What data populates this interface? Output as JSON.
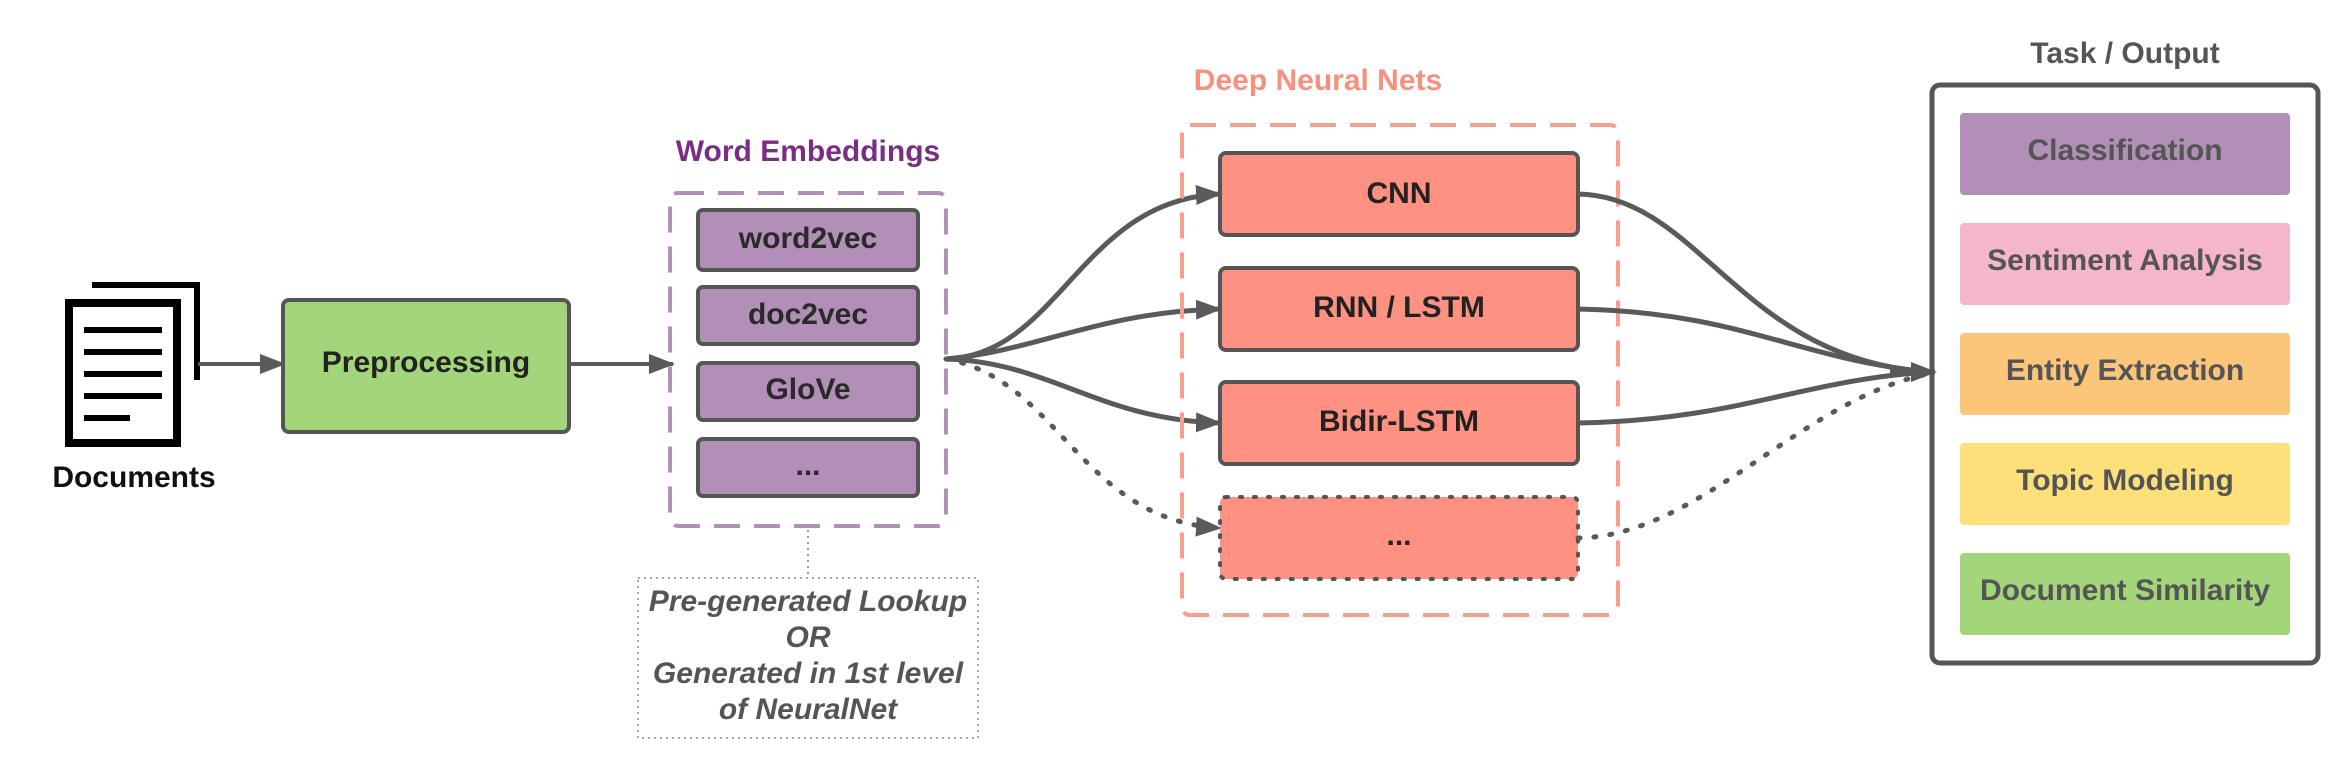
{
  "documents": {
    "label": "Documents"
  },
  "preprocessing": {
    "label": "Preprocessing"
  },
  "embeddings": {
    "title": "Word Embeddings",
    "items": [
      "word2vec",
      "doc2vec",
      "GloVe",
      "..."
    ],
    "note_lines": [
      "Pre-generated Lookup",
      "OR",
      "Generated in 1st level",
      "of NeuralNet"
    ]
  },
  "networks": {
    "title": "Deep Neural Nets",
    "items": [
      "CNN",
      "RNN / LSTM",
      "Bidir-LSTM",
      "..."
    ]
  },
  "tasks": {
    "title": "Task / Output",
    "items": [
      {
        "label": "Classification",
        "color": "#b18fb6"
      },
      {
        "label": "Sentiment Analysis",
        "color": "#f4b6c8"
      },
      {
        "label": "Entity Extraction",
        "color": "#fbc67a"
      },
      {
        "label": "Topic Modeling",
        "color": "#fde07a"
      },
      {
        "label": "Document Similarity",
        "color": "#a3d67a"
      }
    ]
  },
  "colors": {
    "preprocessing_fill": "#a3d67a",
    "embedding_fill": "#b18fb6",
    "embedding_border": "#b18fb6",
    "embedding_title": "#7b2d83",
    "network_fill": "#fe9181",
    "network_border": "#fa9e90",
    "network_title": "#f8907f",
    "arrow": "#5a5a5a",
    "box_border": "#555555"
  }
}
